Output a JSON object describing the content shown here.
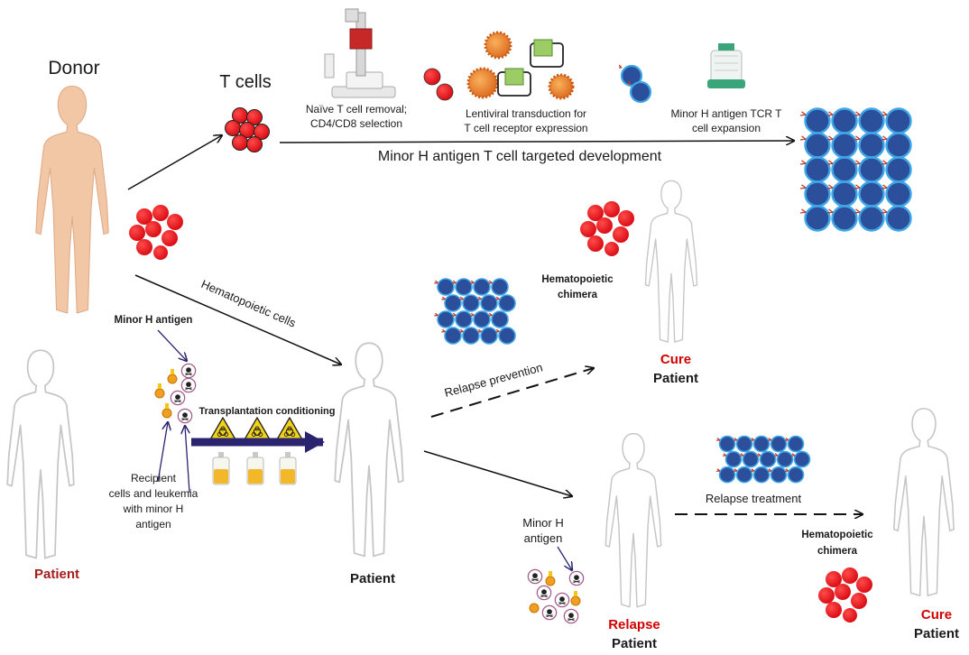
{
  "labels": {
    "donor": "Donor",
    "t_cells": "T cells",
    "naive_removal_1": "Naïve T cell removal;",
    "naive_removal_2": "CD4/CD8 selection",
    "lentiviral_1": "Lentiviral transduction for",
    "lentiviral_2": "T cell receptor expression",
    "expansion_1": "Minor H antigen TCR T",
    "expansion_2": "cell expansion",
    "development": "Minor H antigen T cell targeted development",
    "hematopoietic_cells": "Hematopoietic cells",
    "minor_h_antigen": "Minor H antigen",
    "transplant_conditioning": "Transplantation conditioning",
    "recipient_1": "Recipient",
    "recipient_2": "cells and leukemia",
    "recipient_3": "with minor H",
    "recipient_4": "antigen",
    "patient_left": "Patient",
    "patient_center": "Patient",
    "hemato_chimera_top_1": "Hematopoietic",
    "hemato_chimera_top_2": "chimera",
    "relapse_prevention": "Relapse prevention",
    "cure_top": "Cure",
    "cure_top_patient": "Patient",
    "minor_h_bottom_1": "Minor H",
    "minor_h_bottom_2": "antigen",
    "relapse_treatment": "Relapse treatment",
    "relapse": "Relapse",
    "relapse_patient": "Patient",
    "hemato_chimera_bottom_1": "Hematopoietic",
    "hemato_chimera_bottom_2": "chimera",
    "cure_bottom": "Cure",
    "cure_bottom_patient": "Patient"
  },
  "colors": {
    "red_cell": "#e8101a",
    "blue_cell": "#2b4f9b",
    "blue_ring": "#3fa6e8",
    "donor_skin": "#f1c7a6",
    "outline_body": "#c8c8c8",
    "arrow_dark": "#2a2470",
    "cure_red": "#d00000",
    "patient_red": "#a51c1c"
  },
  "icons": [
    "cell-separator-icon",
    "lentivirus-icon",
    "culture-bag-icon",
    "biohazard-icon",
    "infusion-bag-icon",
    "skull-icon"
  ]
}
